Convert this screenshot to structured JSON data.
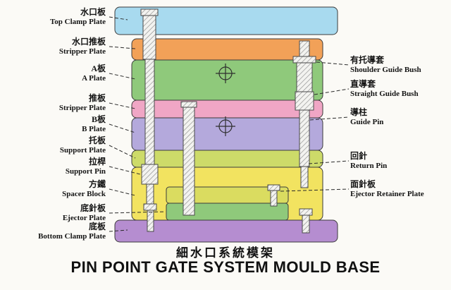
{
  "titles": {
    "chinese": "細水口系統模架",
    "english": "PIN POINT GATE SYSTEM MOULD BASE"
  },
  "left_labels": [
    {
      "zh": "水口板",
      "en": "Top Clamp Plate"
    },
    {
      "zh": "水口推板",
      "en": "Stripper Plate"
    },
    {
      "zh": "A板",
      "en": "A Plate"
    },
    {
      "zh": "推板",
      "en": "Stripper Plate"
    },
    {
      "zh": "B板",
      "en": "B Plate"
    },
    {
      "zh": "托板",
      "en": "Support Plate"
    },
    {
      "zh": "拉桿",
      "en": "Support Pin"
    },
    {
      "zh": "方鐵",
      "en": "Spacer Block"
    },
    {
      "zh": "底針板",
      "en": "Ejector Plate"
    },
    {
      "zh": "底板",
      "en": "Bottom Clamp Plate"
    }
  ],
  "right_labels": [
    {
      "zh": "有托導套",
      "en": "Shoulder Guide Bush"
    },
    {
      "zh": "直導套",
      "en": "Straight Guide Bush"
    },
    {
      "zh": "導柱",
      "en": "Guide Pin"
    },
    {
      "zh": "回針",
      "en": "Return Pin"
    },
    {
      "zh": "面針板",
      "en": "Ejector Retainer Plate"
    }
  ],
  "colors": {
    "top_clamp_plate": "#A8DAEF",
    "stripper_plate_top": "#F2A158",
    "a_plate": "#8FC97B",
    "stripper_plate_mid": "#F0A6C5",
    "b_plate": "#B4A9DC",
    "support_plate": "#CDDB69",
    "spacer_block": "#F2E360",
    "ejector_retainer_plate": "#DADC60",
    "ejector_plate": "#8FC97B",
    "bottom_clamp_plate": "#B58DD0"
  }
}
